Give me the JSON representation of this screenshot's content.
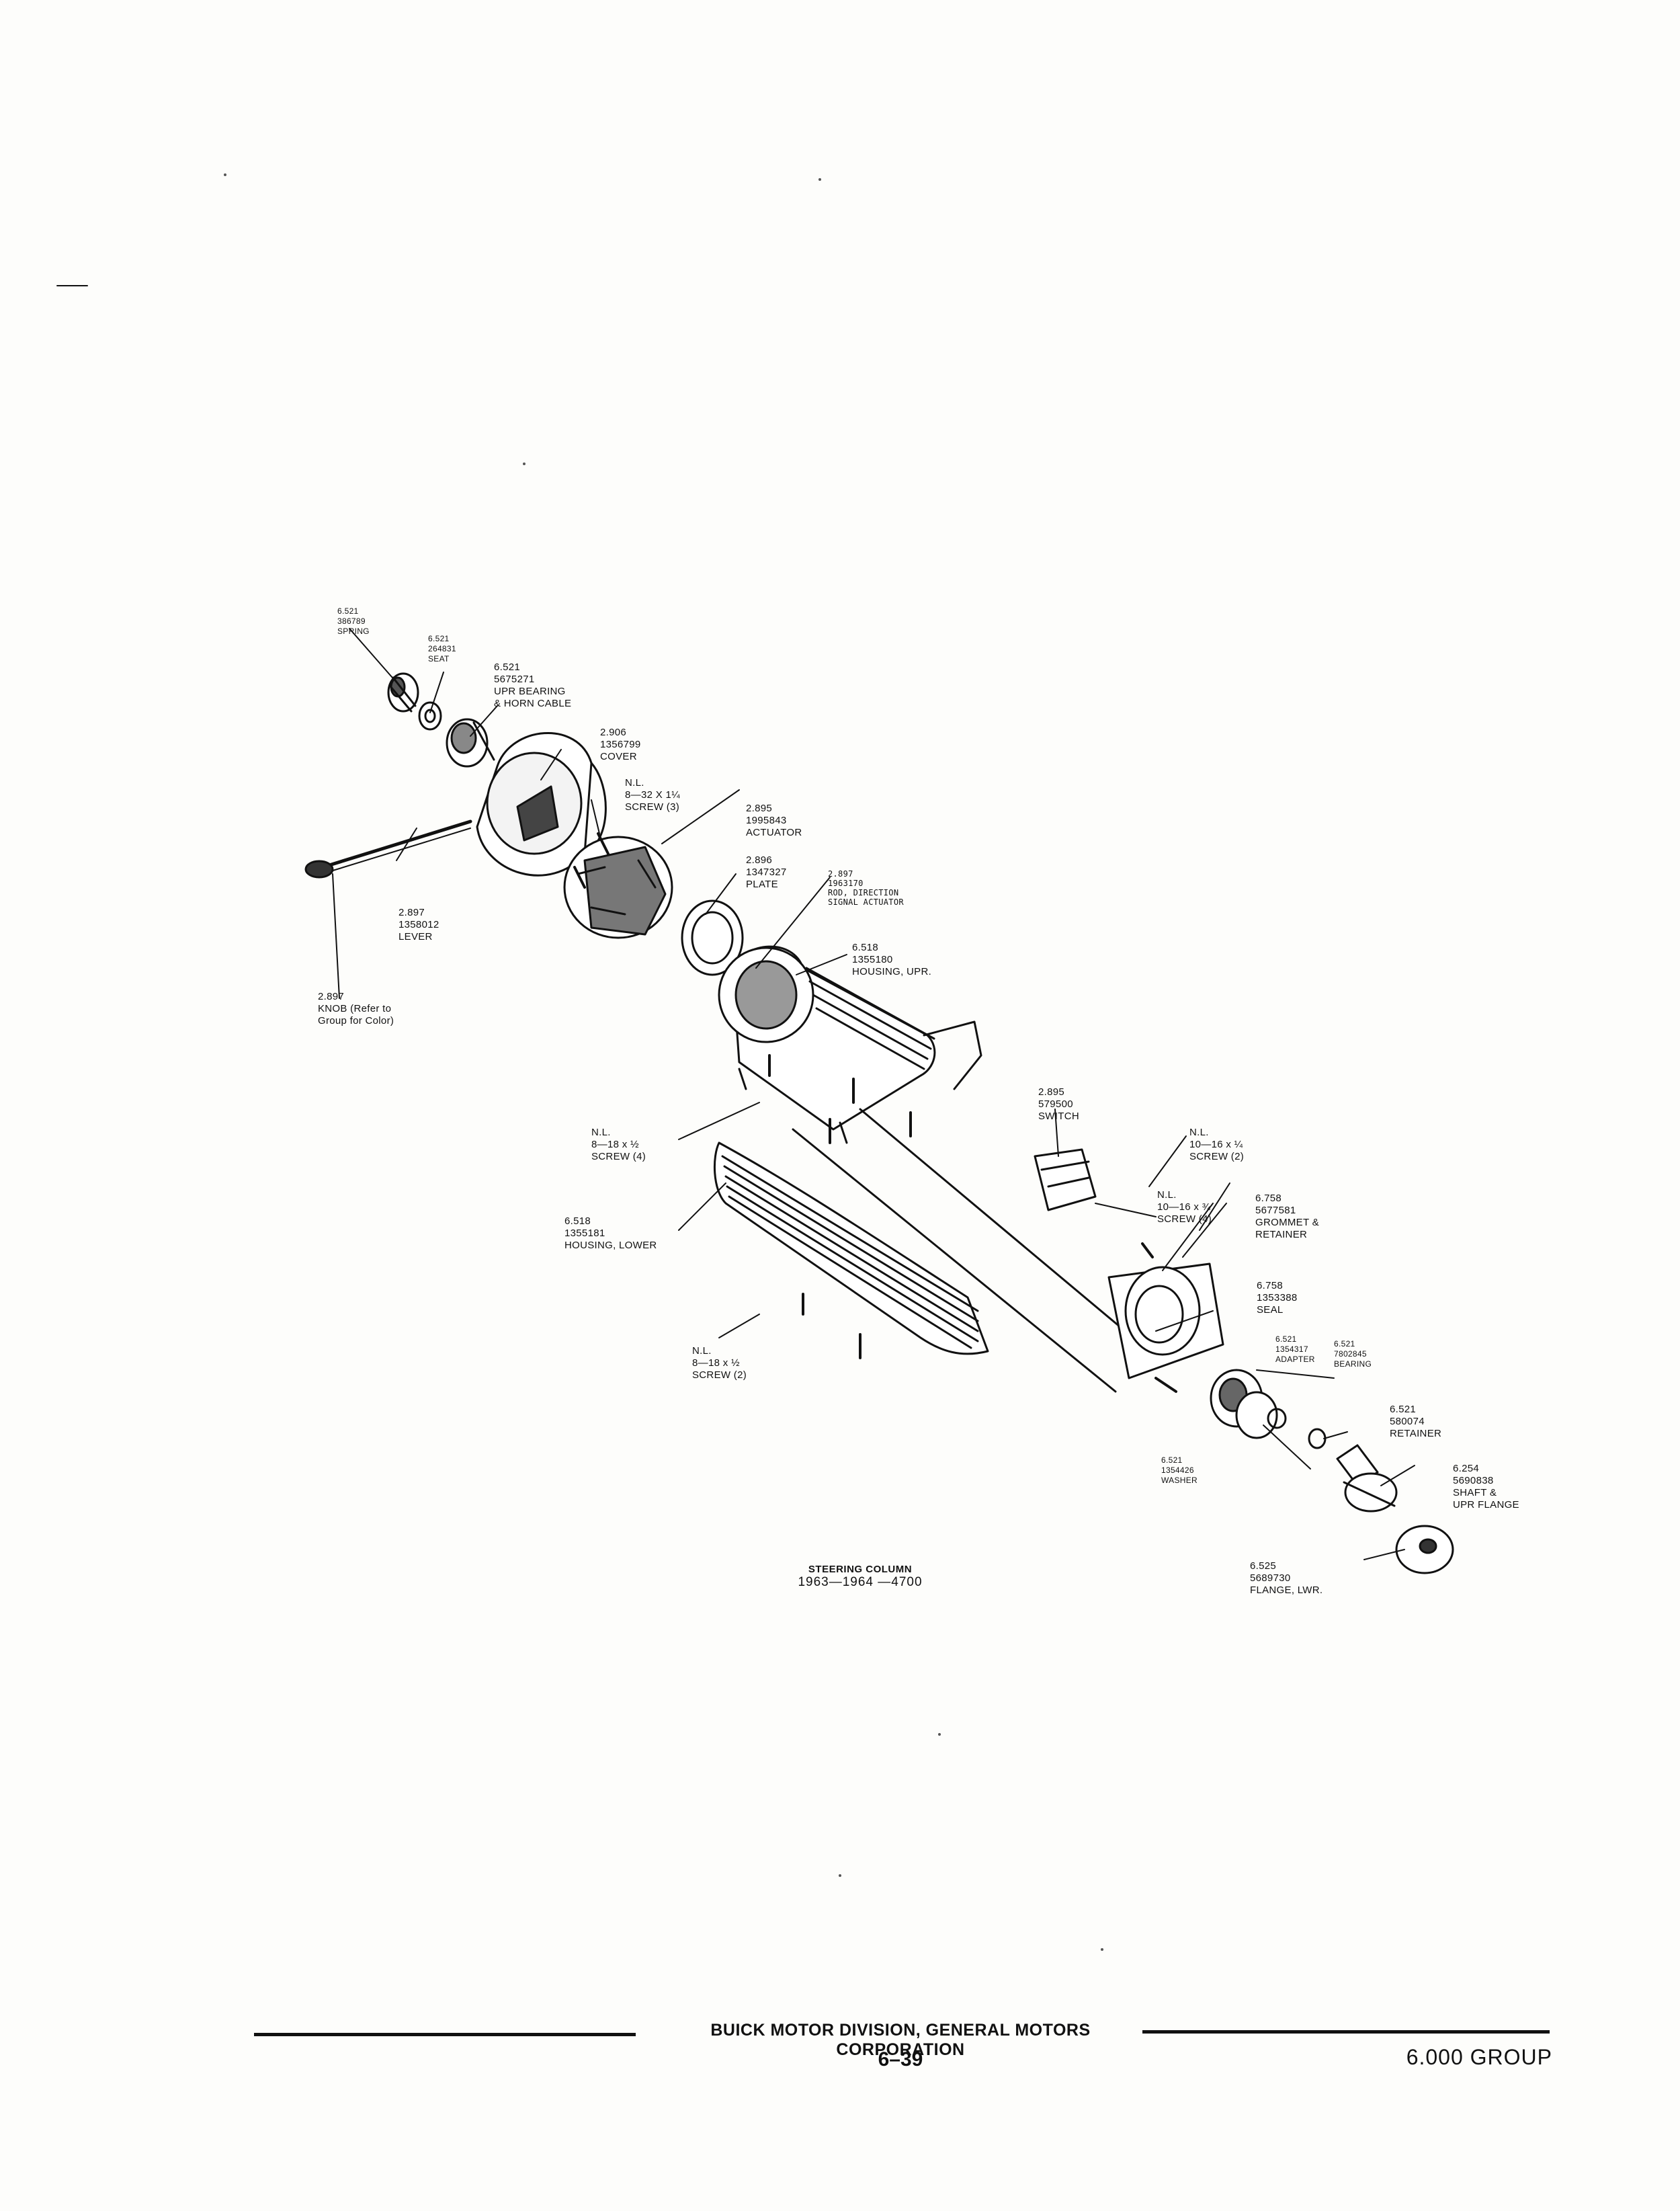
{
  "diagram": {
    "caption": {
      "title": "STEERING COLUMN",
      "subtitle": "1963—1964 —4700"
    },
    "parts": [
      {
        "id": "spring",
        "lines": [
          "6.521",
          "386789",
          "SPRING"
        ]
      },
      {
        "id": "seat",
        "lines": [
          "6.521",
          "264831",
          "SEAT"
        ]
      },
      {
        "id": "upr-bearing",
        "lines": [
          "6.521",
          "5675271",
          "UPR BEARING",
          "& HORN CABLE"
        ]
      },
      {
        "id": "cover",
        "lines": [
          "2.906",
          "1356799",
          "COVER"
        ]
      },
      {
        "id": "cover-screw",
        "lines": [
          "N.L.",
          "8—32 x 1¼",
          "SCREW (3)"
        ]
      },
      {
        "id": "actuator",
        "lines": [
          "2.895",
          "1995843",
          "ACTUATOR"
        ]
      },
      {
        "id": "plate",
        "lines": [
          "2.896",
          "1347327",
          "PLATE"
        ]
      },
      {
        "id": "rod",
        "lines": [
          "2.897",
          "1963170",
          "ROD, DIRECTION",
          "SIGNAL ACTUATOR"
        ]
      },
      {
        "id": "housing-upr",
        "lines": [
          "6.518",
          "1355180",
          "HOUSING, UPR."
        ]
      },
      {
        "id": "lever",
        "lines": [
          "2.897",
          "1358012",
          "LEVER"
        ]
      },
      {
        "id": "knob",
        "lines": [
          "2.897",
          "KNOB (Refer to",
          "Group for Color)"
        ]
      },
      {
        "id": "housing-screw-4",
        "lines": [
          "N.L.",
          "8—18 x ½",
          "SCREW (4)"
        ]
      },
      {
        "id": "switch",
        "lines": [
          "2.895",
          "579500",
          "SWITCH"
        ]
      },
      {
        "id": "switch-screw",
        "lines": [
          "N.L.",
          "10—16 x ¼",
          "SCREW (2)"
        ]
      },
      {
        "id": "grommet-screw",
        "lines": [
          "N.L.",
          "10—16 x ¾",
          "SCREW (4)"
        ]
      },
      {
        "id": "grommet",
        "lines": [
          "6.758",
          "5677581",
          "GROMMET &",
          "RETAINER"
        ]
      },
      {
        "id": "housing-lower",
        "lines": [
          "6.518",
          "1355181",
          "HOUSING, LOWER"
        ]
      },
      {
        "id": "seal",
        "lines": [
          "6.758",
          "1353388",
          "SEAL"
        ]
      },
      {
        "id": "adapter",
        "lines": [
          "6.521",
          "1354317",
          "ADAPTER"
        ]
      },
      {
        "id": "bearing",
        "lines": [
          "6.521",
          "7802845",
          "BEARING"
        ]
      },
      {
        "id": "housing-screw-2",
        "lines": [
          "N.L.",
          "8—18 x ½",
          "SCREW (2)"
        ]
      },
      {
        "id": "retainer",
        "lines": [
          "6.521",
          "580074",
          "RETAINER"
        ]
      },
      {
        "id": "washer",
        "lines": [
          "6.521",
          "1354426",
          "WASHER"
        ]
      },
      {
        "id": "shaft",
        "lines": [
          "6.254",
          "5690838",
          "SHAFT &",
          "UPR FLANGE"
        ]
      },
      {
        "id": "flange-lwr",
        "lines": [
          "6.525",
          "5689730",
          "FLANGE, LWR."
        ]
      }
    ]
  },
  "footer": {
    "division": "BUICK MOTOR DIVISION, GENERAL MOTORS CORPORATION",
    "page": "6–39",
    "group": "6.000 GROUP"
  }
}
